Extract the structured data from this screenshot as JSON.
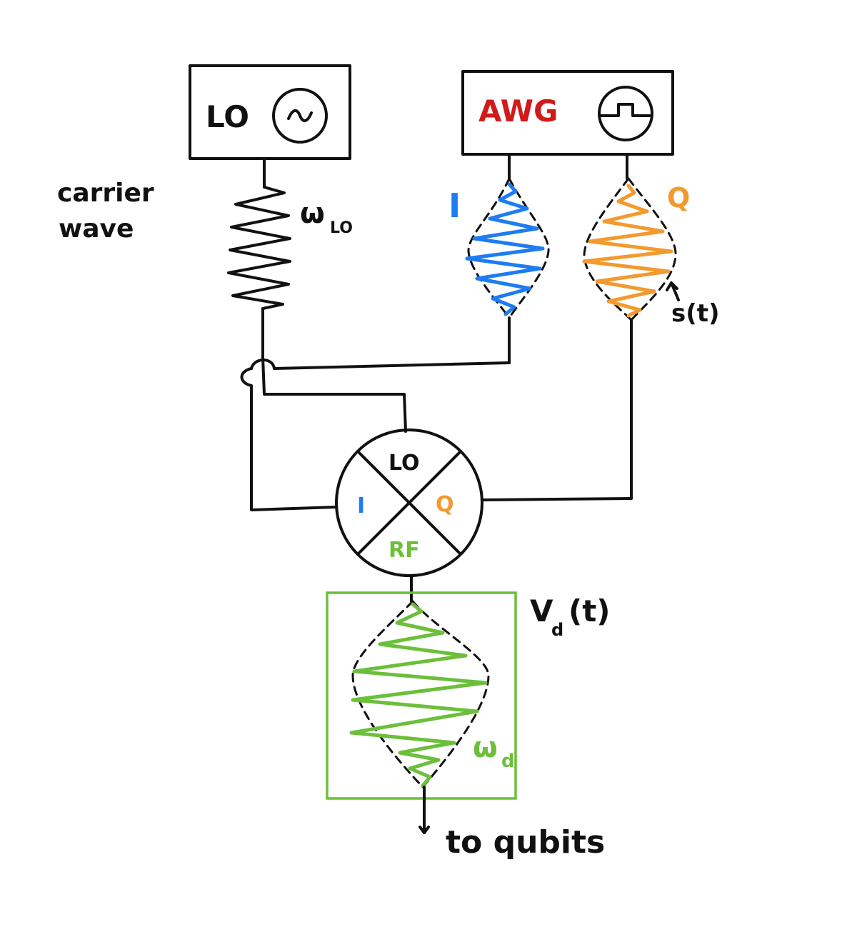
{
  "lo_box": {
    "label": "LO",
    "icon": "sine-wave-icon"
  },
  "awg_box": {
    "label": "AWG",
    "icon": "pulse-wave-icon"
  },
  "carrier": {
    "line1": "carrier",
    "line2": "wave",
    "freq_symbol": "ω",
    "freq_sub": "LO"
  },
  "i_signal": {
    "label": "I",
    "color": "#1e7cf2"
  },
  "q_signal": {
    "label": "Q",
    "color": "#f29a2e"
  },
  "envelope_label": "s(t)",
  "mixer": {
    "top": "LO",
    "left": "I",
    "right": "Q",
    "bottom": "RF"
  },
  "output": {
    "voltage_symbol": "V",
    "voltage_sub": "d",
    "voltage_arg": "(t)",
    "freq_symbol": "ω",
    "freq_sub": "d",
    "destination": "to qubits",
    "color": "#6cbf3a"
  },
  "colors": {
    "ink": "#111111",
    "awg_text": "#d11a1a"
  }
}
